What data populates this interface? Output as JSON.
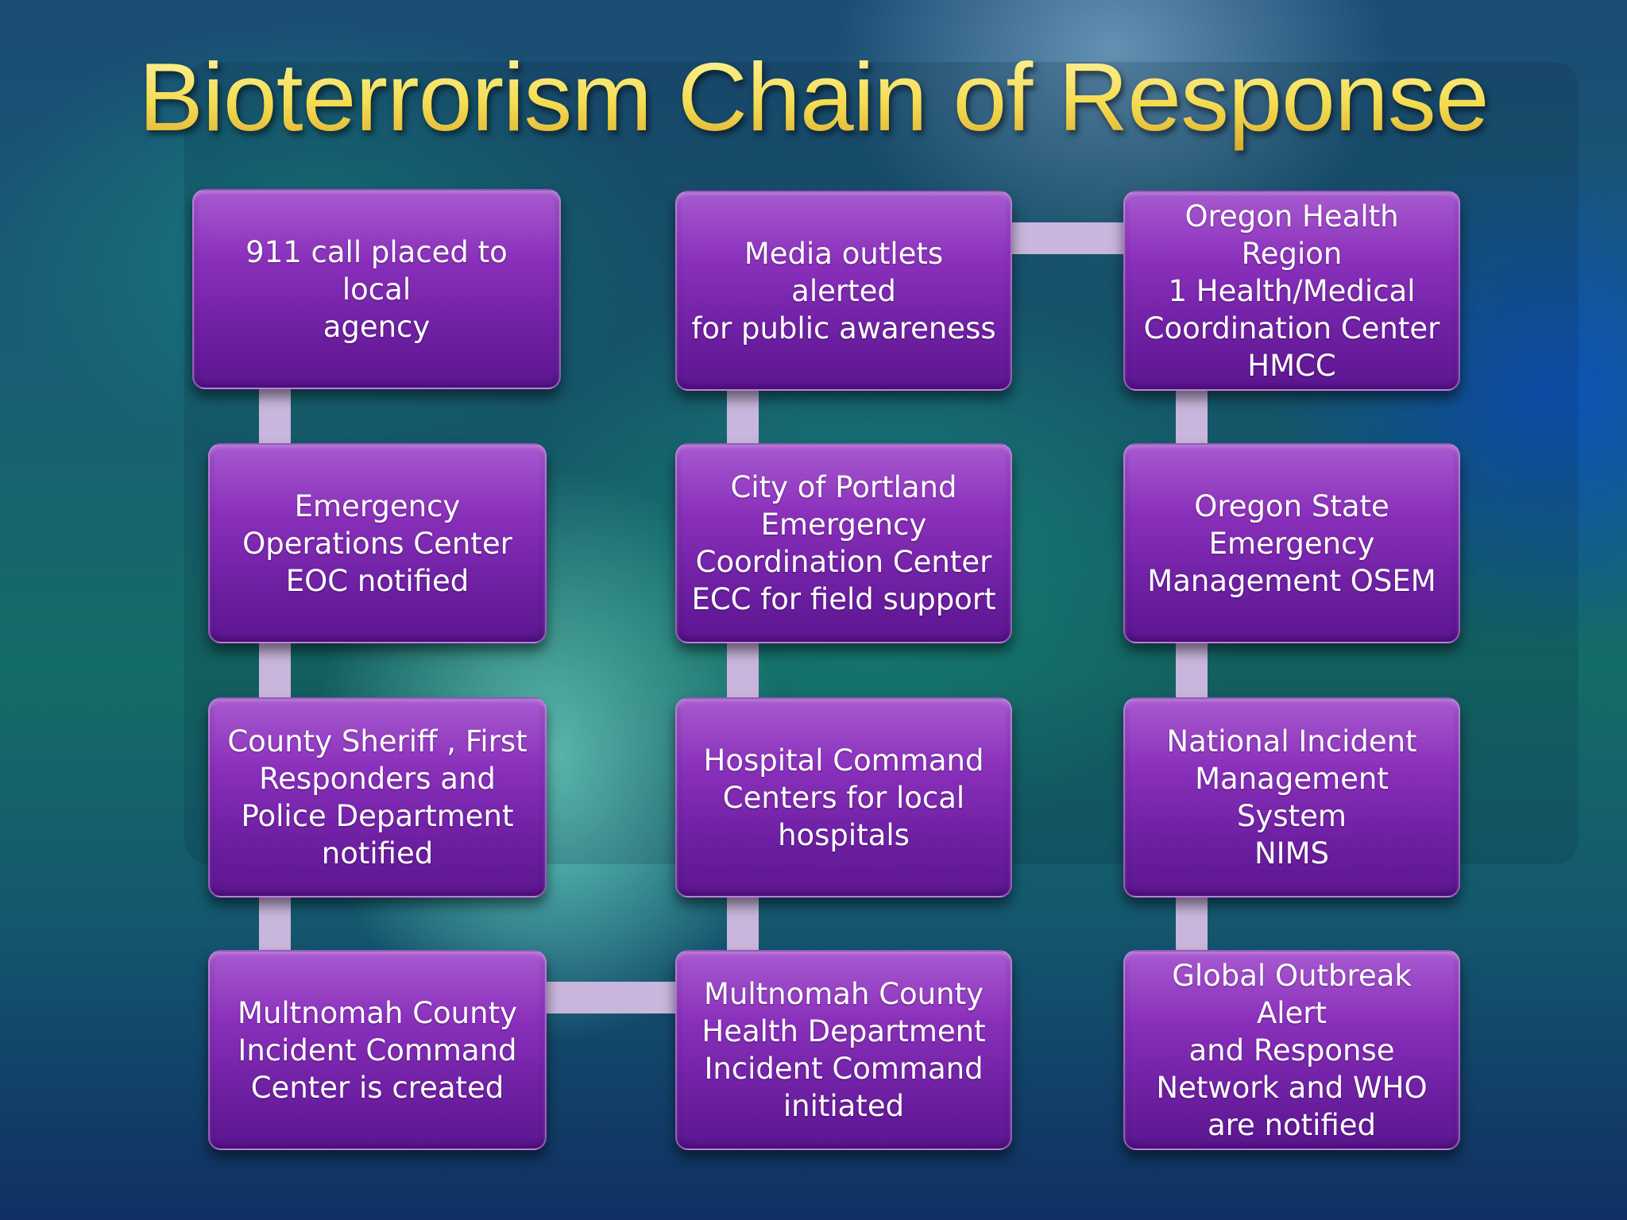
{
  "title": "Bioterrorism Chain of Response",
  "nodes": [
    {
      "id": "n1",
      "text": "911 call placed to local\nagency"
    },
    {
      "id": "n2",
      "text": "Emergency\nOperations Center\nEOC  notified"
    },
    {
      "id": "n3",
      "text": "County Sheriff , First\nResponders and\nPolice Department\nnotified"
    },
    {
      "id": "n4",
      "text": "Multnomah County\nIncident Command\nCenter is created"
    },
    {
      "id": "n5",
      "text": "Multnomah County\nHealth Department\nIncident Command\ninitiated"
    },
    {
      "id": "n6",
      "text": "Hospital Command\nCenters for local\nhospitals"
    },
    {
      "id": "n7",
      "text": "City of Portland\nEmergency\nCoordination Center\nECC for field support"
    },
    {
      "id": "n8",
      "text": "Media outlets alerted\nfor public awareness"
    },
    {
      "id": "n9",
      "text": "Oregon Health Region\n1 Health/Medical\nCoordination Center\nHMCC"
    },
    {
      "id": "n10",
      "text": "Oregon State\nEmergency\nManagement OSEM"
    },
    {
      "id": "n11",
      "text": "National Incident\nManagement System\nNIMS"
    },
    {
      "id": "n12",
      "text": "Global Outbreak Alert\nand Response\nNetwork and WHO\nare notified"
    }
  ],
  "edges": [
    {
      "from": "n1",
      "to": "n2"
    },
    {
      "from": "n2",
      "to": "n3"
    },
    {
      "from": "n3",
      "to": "n4"
    },
    {
      "from": "n4",
      "to": "n5"
    },
    {
      "from": "n5",
      "to": "n6"
    },
    {
      "from": "n6",
      "to": "n7"
    },
    {
      "from": "n7",
      "to": "n8"
    },
    {
      "from": "n8",
      "to": "n9"
    },
    {
      "from": "n9",
      "to": "n10"
    },
    {
      "from": "n10",
      "to": "n11"
    },
    {
      "from": "n11",
      "to": "n12"
    }
  ]
}
